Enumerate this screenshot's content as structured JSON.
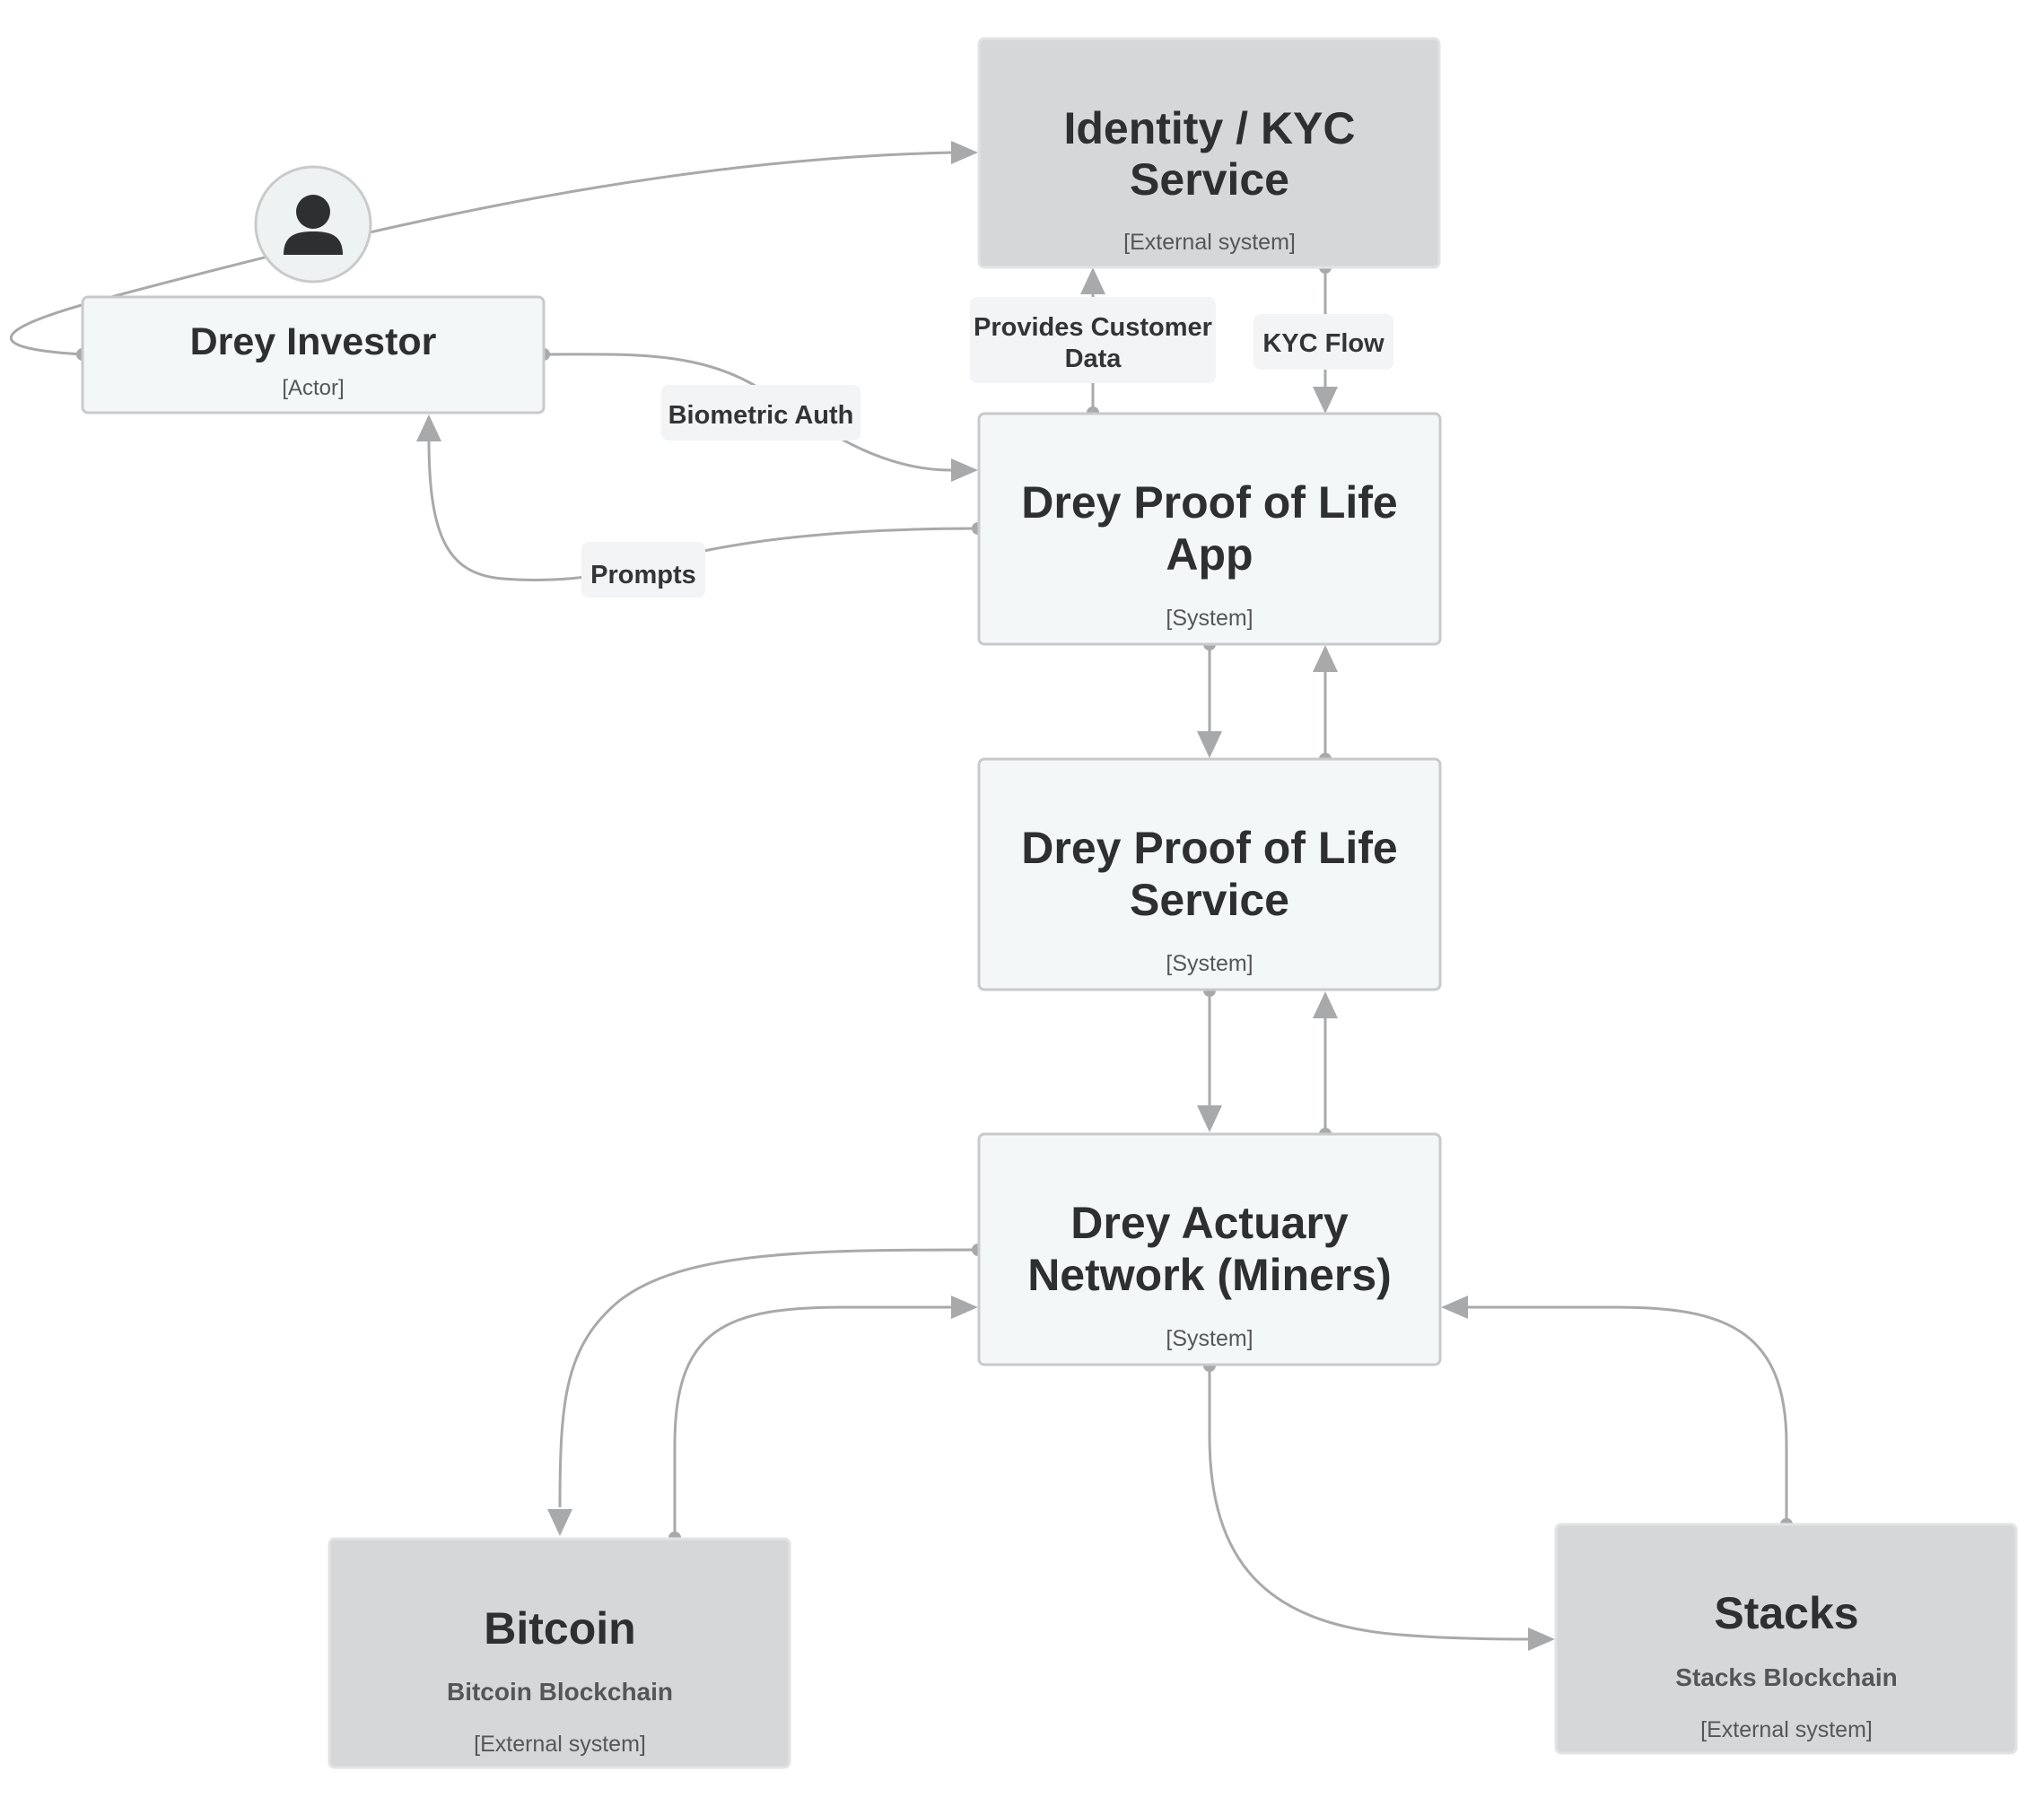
{
  "nodes": {
    "kyc": {
      "title_line1": "Identity / KYC",
      "title_line2": "Service",
      "type": "[External system]"
    },
    "investor": {
      "title": "Drey Investor",
      "type": "[Actor]",
      "icon": "person-icon"
    },
    "app": {
      "title_line1": "Drey Proof of Life",
      "title_line2": "App",
      "type": "[System]"
    },
    "service": {
      "title_line1": "Drey Proof of Life",
      "title_line2": "Service",
      "type": "[System]"
    },
    "actuary": {
      "title_line1": "Drey Actuary",
      "title_line2": "Network (Miners)",
      "type": "[System]"
    },
    "bitcoin": {
      "title": "Bitcoin",
      "description": "Bitcoin Blockchain",
      "type": "[External system]"
    },
    "stacks": {
      "title": "Stacks",
      "description": "Stacks Blockchain",
      "type": "[External system]"
    }
  },
  "edges": {
    "provides_line1": "Provides Customer",
    "provides_line2": "Data",
    "kyc_flow": "KYC Flow",
    "biometric": "Biometric Auth",
    "prompts": "Prompts"
  },
  "colors": {
    "system_fill": "#f4f7f8",
    "external_fill": "#d6d7d8",
    "edge": "#a8a9aa",
    "text": "#2e2f30"
  }
}
